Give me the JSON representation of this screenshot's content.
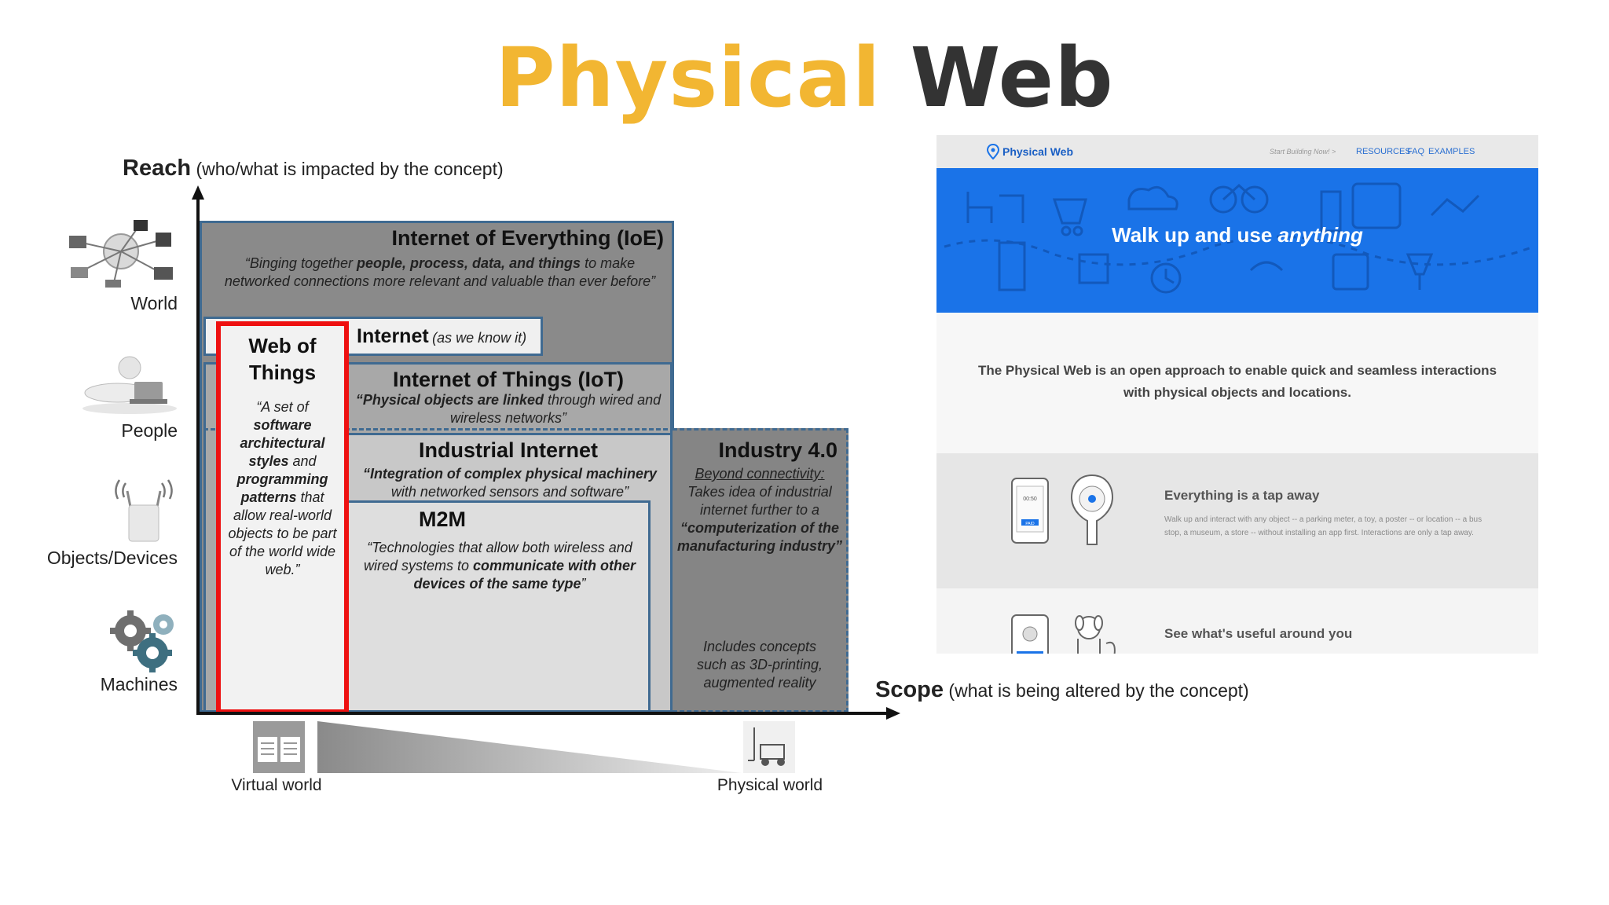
{
  "title": {
    "part1": "Physical",
    "part2": "Web"
  },
  "reach": {
    "bold": "Reach",
    "rest": "(who/what is impacted by the concept)"
  },
  "scope": {
    "bold": "Scope",
    "rest": "(what is being altered by the concept)"
  },
  "levels": [
    "World",
    "People",
    "Objects/Devices",
    "Machines"
  ],
  "ioe": {
    "title": "Internet of Everything (IoE)",
    "desc_1": "“Binging together ",
    "desc_bold": "people, process, data, and things",
    "desc_2": " to make networked connections more relevant and valuable than ever before”"
  },
  "internet": {
    "title": "Internet",
    "sub": "(as we know it)"
  },
  "iot": {
    "title": "Internet of Things (IoT)",
    "desc_bold": "“Physical objects are linked",
    "desc_2": " through wired and wireless networks”"
  },
  "industrial": {
    "title": "Industrial Internet",
    "desc_bold": "“Integration of complex physical machinery",
    "desc_2": " with networked sensors and software”"
  },
  "m2m": {
    "title": "M2M",
    "desc_1": "“Technologies that allow both wireless and wired systems to ",
    "desc_bold": "communicate with other devices of the same type",
    "desc_2": "”"
  },
  "industry40": {
    "title": "Industry 4.0",
    "underline": "Beyond connectivity:",
    "desc_1": " Takes idea of industrial internet further to a ",
    "desc_bold": "“computerization of the manufacturing industry”",
    "extra": "Includes concepts such as 3D-printing, augmented reality"
  },
  "wot": {
    "title": "Web of Things",
    "q1": "“A set of ",
    "b1": "software architectural styles",
    "q2": " and ",
    "b2": "programming patterns",
    "q3": " that allow real-world objects to be part of the world wide web.”"
  },
  "bottom": {
    "virtual": "Virtual world",
    "physical": "Physical world"
  },
  "site": {
    "logo": "Physical Web",
    "nav_start": "Start Building Now! >",
    "nav_items": [
      "RESOURCES",
      "FAQ",
      "EXAMPLES"
    ],
    "hero_1": "Walk up and use ",
    "hero_em": "anything",
    "intro": "The Physical Web is an open approach to enable quick and seamless interactions with physical objects and locations.",
    "feature1_title": "Everything is a tap away",
    "feature1_text": "Walk up and interact with any object -- a parking meter, a toy, a poster -- or location -- a bus stop, a museum, a store -- without installing an app first. Interactions are only a tap away.",
    "feature2_title": "See what's useful around you",
    "meter_time": "00:50",
    "meter_paid": "PAID"
  },
  "colors": {
    "title_yellow": "#f2b632",
    "title_dark": "#333333",
    "ioe_gray": "#8a8a8a",
    "highlight_red": "#ee1111",
    "hero_blue": "#1a73e8"
  }
}
